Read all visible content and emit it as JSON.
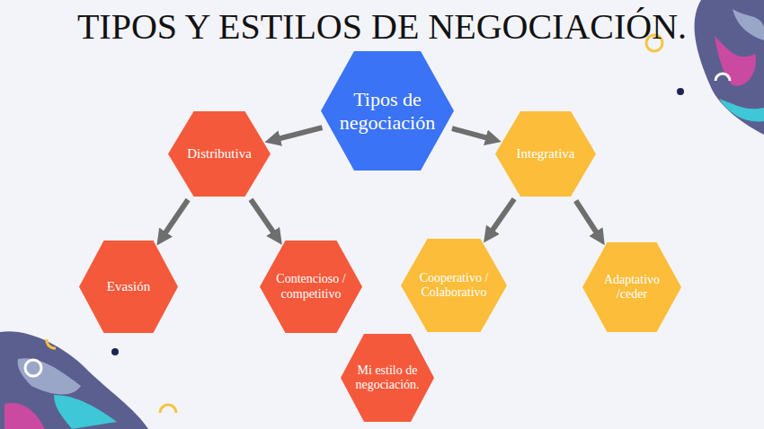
{
  "diagram": {
    "title": "TIPOS Y ESTILOS DE NEGOCIACIÓN.",
    "nodes": [
      {
        "text": [
          "Tipos de negociación"
        ]
      },
      {
        "text": [
          "Distributiva"
        ]
      },
      {
        "text": [
          "Integrativa"
        ]
      },
      {
        "text": [
          "Evasión"
        ]
      },
      {
        "text": [
          "Contencioso / competitivo"
        ]
      },
      {
        "text": [
          "Cooperativo / Colaborativo"
        ]
      },
      {
        "text": [
          "Adaptativo /ceder"
        ]
      },
      {
        "text": [
          "Mi estilo de negociación."
        ]
      }
    ],
    "edges": [
      {
        "from": 0,
        "to": 1,
        "arrow": "to"
      },
      {
        "from": 0,
        "to": 2,
        "arrow": "to"
      },
      {
        "from": 1,
        "to": 3,
        "arrow": "to"
      },
      {
        "from": 1,
        "to": 4,
        "arrow": "to"
      },
      {
        "from": 2,
        "to": 5,
        "arrow": "to"
      },
      {
        "from": 2,
        "to": 6,
        "arrow": "to"
      }
    ]
  }
}
